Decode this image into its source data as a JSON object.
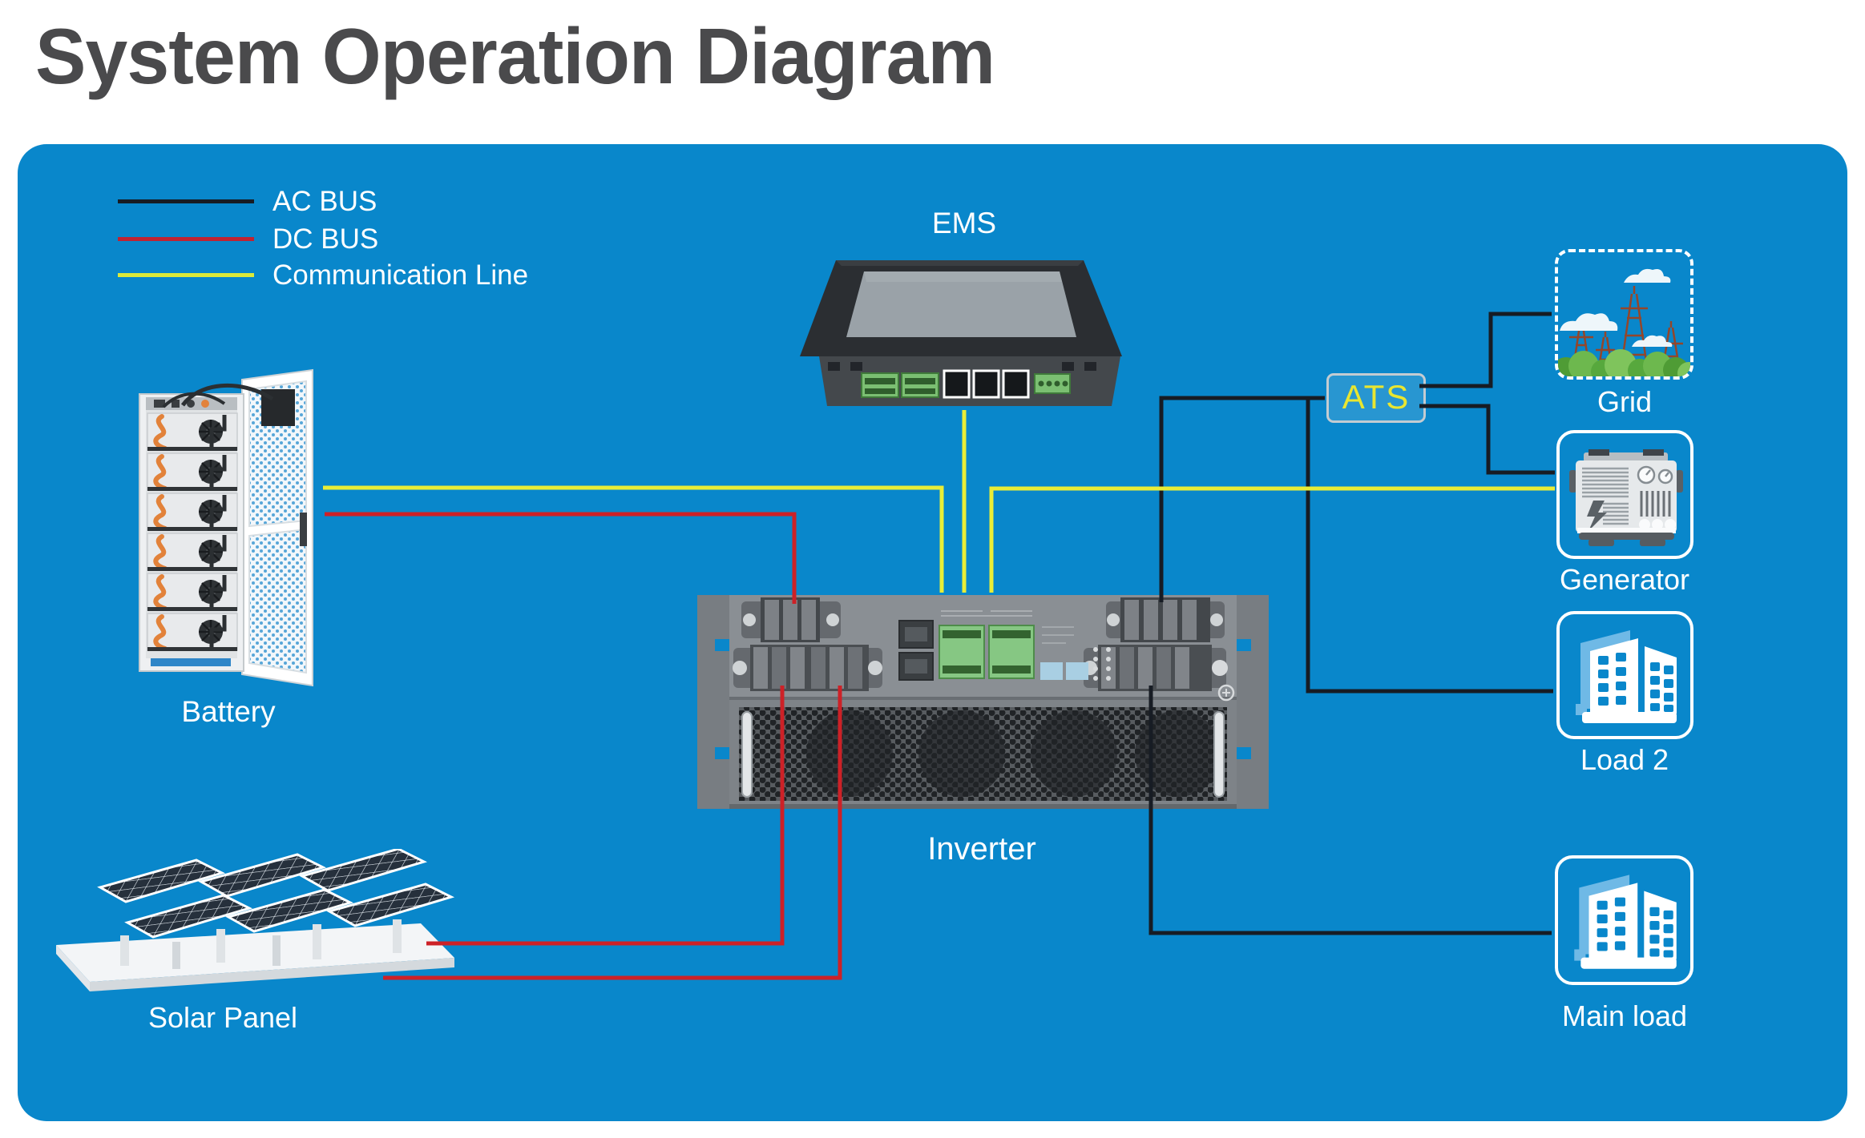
{
  "title": "System Operation Diagram",
  "legend": {
    "items": [
      {
        "label": "AC BUS",
        "color": "#171c24"
      },
      {
        "label": "DC BUS",
        "color": "#c02332"
      },
      {
        "label": "Communication Line",
        "color": "#dcea39"
      }
    ]
  },
  "labels": {
    "ems": "EMS",
    "battery": "Battery",
    "inverter": "Inverter",
    "solar_panel": "Solar Panel",
    "grid": "Grid",
    "generator": "Generator",
    "load2": "Load 2",
    "main_load": "Main load",
    "ats": "ATS"
  },
  "colors": {
    "panel_bg": "#0987cb",
    "ac_bus_line": "#171c24",
    "dc_bus_line": "#cd2127",
    "comm_line": "#e9ed37",
    "ats_text": "#e9e630",
    "title_text": "#4a4a4c"
  }
}
